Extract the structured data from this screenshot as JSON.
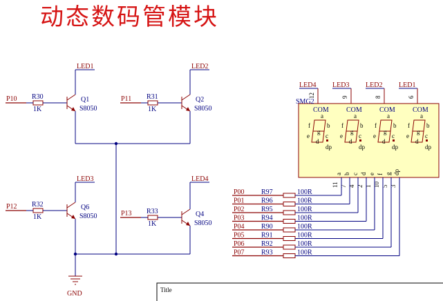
{
  "title": "动态数码管模块",
  "transistors": [
    {
      "ref": "Q1",
      "part": "S8050",
      "base_net": "P10",
      "res": "R30",
      "res_val": "1K",
      "led": "LED1"
    },
    {
      "ref": "Q2",
      "part": "S8050",
      "base_net": "P11",
      "res": "R31",
      "res_val": "1K",
      "led": "LED2"
    },
    {
      "ref": "Q6",
      "part": "S8050",
      "base_net": "P12",
      "res": "R32",
      "res_val": "1K",
      "led": "LED3"
    },
    {
      "ref": "Q4",
      "part": "S8050",
      "base_net": "P13",
      "res": "R33",
      "res_val": "1K",
      "led": "LED4"
    }
  ],
  "gnd": "GND",
  "display": {
    "ref": "SMG2",
    "com_label": "COM",
    "digits": [
      {
        "led": "LED4",
        "pin": "12"
      },
      {
        "led": "LED3",
        "pin": "9"
      },
      {
        "led": "LED2",
        "pin": "8"
      },
      {
        "led": "LED1",
        "pin": "6"
      }
    ],
    "digit_letters": {
      "a": "a",
      "b": "b",
      "c": "c",
      "d": "d",
      "e": "e",
      "f": "f",
      "g": "g",
      "dp": "dp"
    },
    "bottom_pins": [
      {
        "seg": "a",
        "num": "11"
      },
      {
        "seg": "b",
        "num": "7"
      },
      {
        "seg": "c",
        "num": "4"
      },
      {
        "seg": "d",
        "num": "2"
      },
      {
        "seg": "e",
        "num": "1"
      },
      {
        "seg": "f",
        "num": "10"
      },
      {
        "seg": "g",
        "num": "5"
      },
      {
        "seg": "dp",
        "num": "3"
      }
    ]
  },
  "segment_resistors": [
    {
      "net": "P00",
      "ref": "R97",
      "val": "100R"
    },
    {
      "net": "P01",
      "ref": "R96",
      "val": "100R"
    },
    {
      "net": "P02",
      "ref": "R95",
      "val": "100R"
    },
    {
      "net": "P03",
      "ref": "R94",
      "val": "100R"
    },
    {
      "net": "P04",
      "ref": "R90",
      "val": "100R"
    },
    {
      "net": "P05",
      "ref": "R91",
      "val": "100R"
    },
    {
      "net": "P06",
      "ref": "R92",
      "val": "100R"
    },
    {
      "net": "P07",
      "ref": "R93",
      "val": "100R"
    }
  ],
  "title_block": {
    "label": "Title"
  },
  "colors": {
    "title": "#d61515",
    "net_label": "#8b0000",
    "component_text": "#000080",
    "wire": "#000080",
    "display_fill": "#ffffc0"
  }
}
